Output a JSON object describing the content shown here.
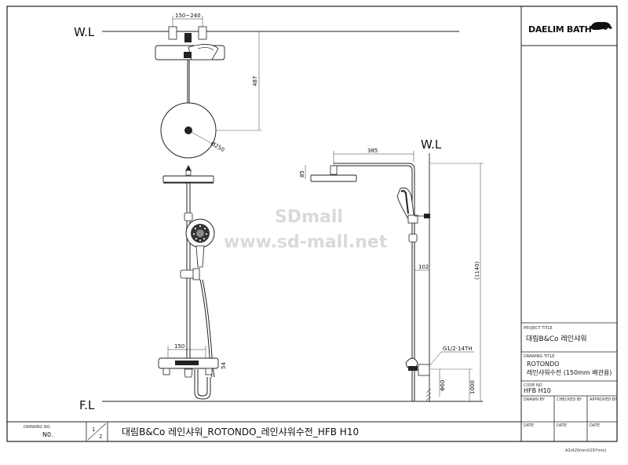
{
  "labels": {
    "wl_left": "W.L",
    "wl_right": "W.L",
    "fl": "F.L"
  },
  "dimensions": {
    "spacing": "150~240",
    "height_487": "487",
    "diameter": "Ø250",
    "arm_385": "385",
    "head_85": "85",
    "offset_102": "102",
    "total_1140": "(1140)",
    "thread": "G1/2-14TH",
    "handle_60": "Φ60",
    "floor_1000": "1000",
    "valve_150": "150",
    "valve_54": "54"
  },
  "watermark": {
    "line1": "SDmall",
    "line2": "www.sd-mall.net"
  },
  "title_block": {
    "logo": "DAELIM BATH",
    "project_title_label": "PROJECT TITLE",
    "project_title": "대림B&Co 레인샤워",
    "drawing_title_label": "DRAWING TITLE",
    "drawing_title_1": "ROTONDO",
    "drawing_title_2": "레인샤워수전 (150mm 배관용)",
    "code_label": "CODE NO",
    "code": "HFB H10",
    "drawn_by": "DRAWN BY",
    "checked_by": "CHECKED BY",
    "approved_by": "APPROVED BY",
    "date_1": "DATE",
    "date_2": "DATE",
    "date_3": "DATE"
  },
  "bottom_bar": {
    "drawing_no_label": "DRAWING NO.",
    "drawing_no": "N0.",
    "sheet_num": "1",
    "sheet_total": "2",
    "title": "대림B&Co 레인샤워_ROTONDO_레인샤워수전_HFB H10",
    "date_1": "DATE",
    "date_2": "DATE",
    "date_3": "DATE"
  },
  "paper_size": "A3(420mmX297mm)"
}
